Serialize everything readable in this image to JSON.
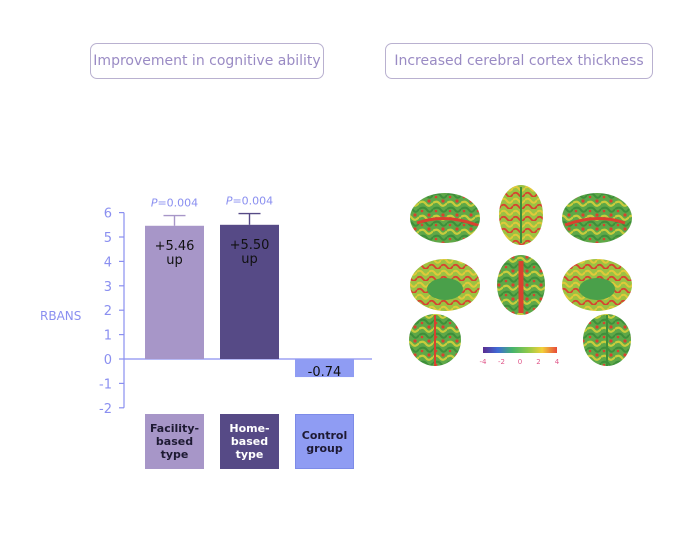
{
  "headers": {
    "left": "Improvement in cognitive ability",
    "right": "Increased cerebral cortex thickness"
  },
  "chart_data": {
    "type": "bar",
    "ylabel": "RBANS",
    "ylim": [
      -2,
      6
    ],
    "yticks": [
      6,
      5,
      4,
      3,
      2,
      1,
      0,
      -1,
      -2
    ],
    "categories": [
      "Facility-\nbased\ntype",
      "Home-\nbased\ntype",
      "Control\ngroup"
    ],
    "values": [
      5.46,
      5.5,
      -0.74
    ],
    "errors": [
      0.42,
      0.46,
      0
    ],
    "bar_labels": [
      "+5.46\nup",
      "+5.50\nup",
      "-0.74"
    ],
    "p_labels": [
      {
        "italic": "P",
        "rest": "=0.004"
      },
      {
        "italic": "P",
        "rest": "=0.004"
      },
      null
    ],
    "colors": [
      "#a796c8",
      "#564a86",
      "#8f9cf3"
    ],
    "axis_color": "#8a8ff0"
  },
  "brain_legend": {
    "ticks": [
      "-4",
      "-2",
      "0",
      "2",
      "4"
    ],
    "gradient": [
      "#5a2d91",
      "#3f6bd6",
      "#46b46c",
      "#8cc84b",
      "#f2d13a",
      "#e84a3a"
    ]
  }
}
